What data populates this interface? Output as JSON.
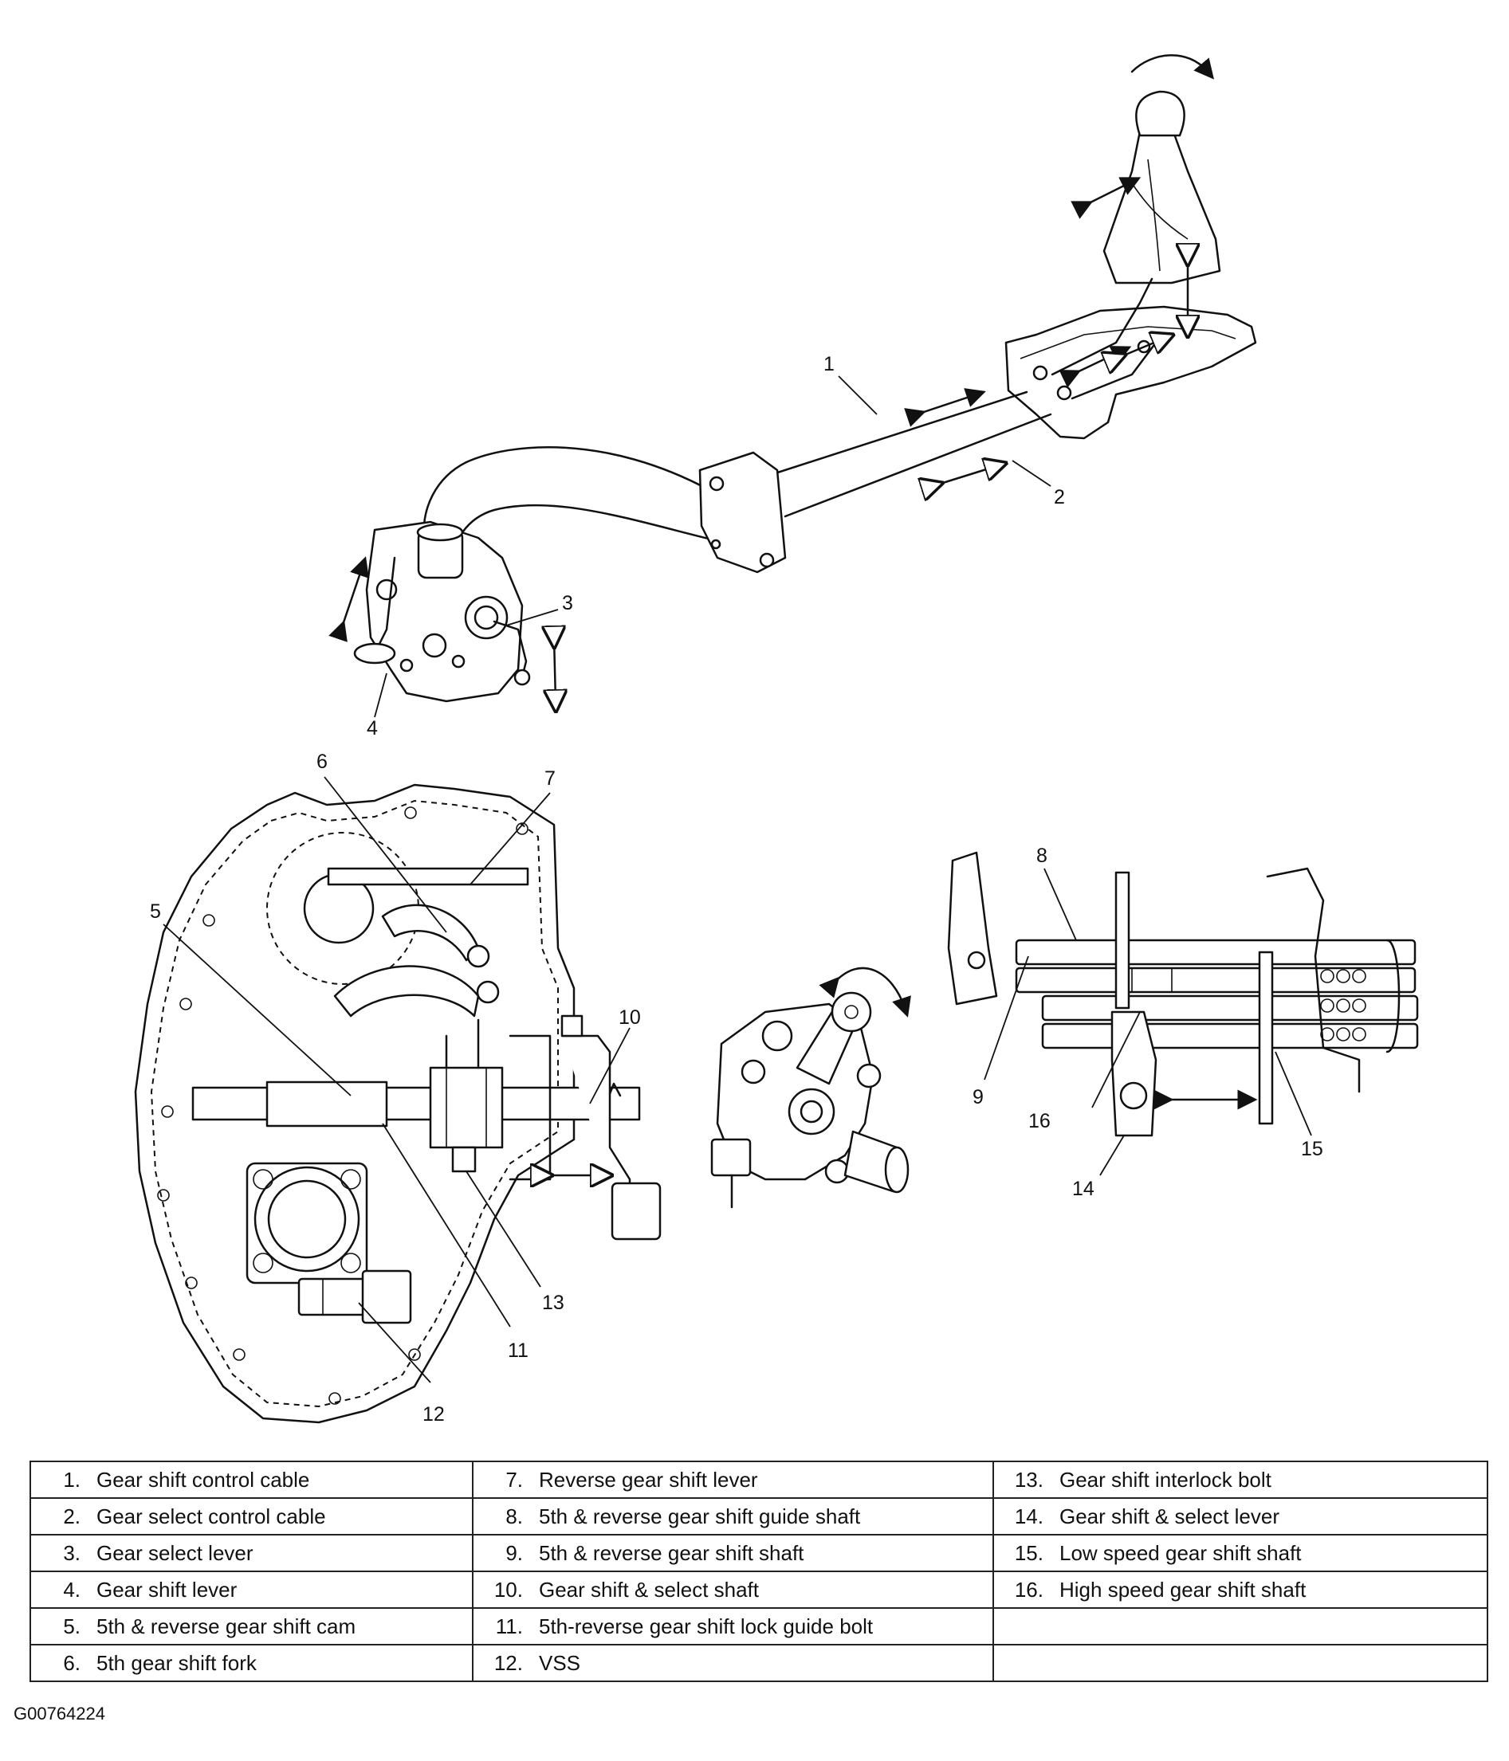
{
  "figure_code": "G00764224",
  "callouts": [
    "1",
    "2",
    "3",
    "4",
    "5",
    "6",
    "7",
    "8",
    "9",
    "10",
    "11",
    "12",
    "13",
    "14",
    "15",
    "16"
  ],
  "legend": [
    [
      {
        "num": "1.",
        "label": "Gear shift control cable"
      },
      {
        "num": "7.",
        "label": "Reverse gear shift lever"
      },
      {
        "num": "13.",
        "label": "Gear shift interlock bolt"
      }
    ],
    [
      {
        "num": "2.",
        "label": "Gear select control cable"
      },
      {
        "num": "8.",
        "label": "5th & reverse gear shift guide shaft"
      },
      {
        "num": "14.",
        "label": "Gear shift & select lever"
      }
    ],
    [
      {
        "num": "3.",
        "label": "Gear select lever"
      },
      {
        "num": "9.",
        "label": "5th & reverse gear shift shaft"
      },
      {
        "num": "15.",
        "label": "Low speed gear shift shaft"
      }
    ],
    [
      {
        "num": "4.",
        "label": "Gear shift lever"
      },
      {
        "num": "10.",
        "label": "Gear shift & select shaft"
      },
      {
        "num": "16.",
        "label": "High speed gear shift shaft"
      }
    ],
    [
      {
        "num": "5.",
        "label": "5th & reverse gear shift cam"
      },
      {
        "num": "11.",
        "label": "5th-reverse gear shift lock guide bolt"
      },
      {
        "num": "",
        "label": ""
      }
    ],
    [
      {
        "num": "6.",
        "label": "5th gear shift fork"
      },
      {
        "num": "12.",
        "label": "VSS"
      },
      {
        "num": "",
        "label": ""
      }
    ]
  ],
  "icons": {
    "bidirectional_arrow": "double-arrow-icon",
    "rotation_arrow": "rotate-arrow-icon"
  }
}
